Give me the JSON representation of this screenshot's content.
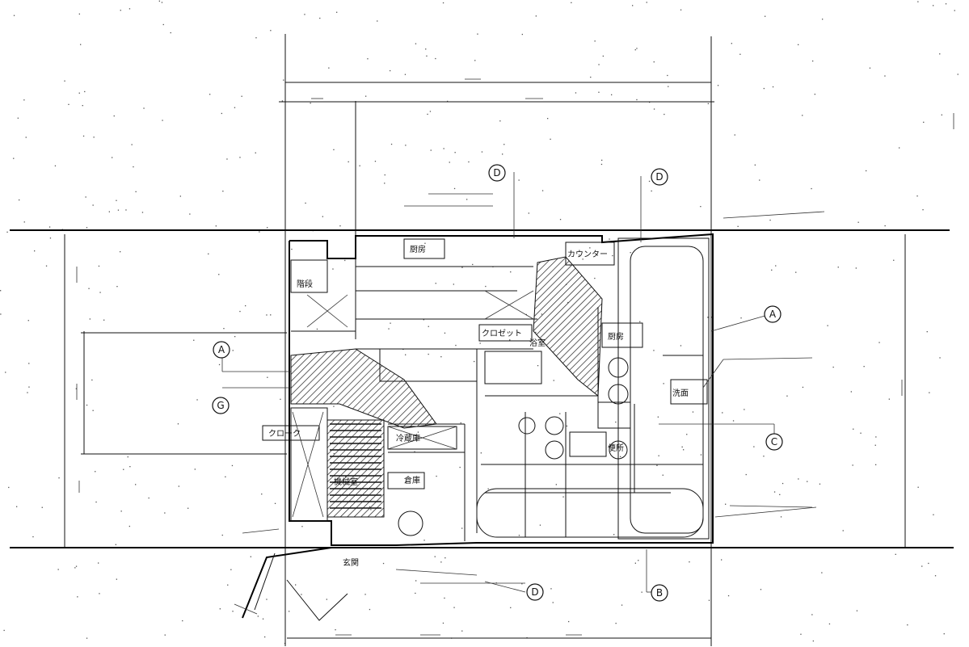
{
  "drawing": {
    "section_marks": [
      "D",
      "D",
      "A",
      "A",
      "G",
      "C",
      "D",
      "B"
    ],
    "room_labels": [
      "厨房",
      "階段",
      "クローク",
      "冷蔵庫",
      "カウンター",
      "厨房",
      "クロゼット",
      "浴室",
      "洗面",
      "便所",
      "玄関",
      "倉庫",
      "機械室"
    ]
  }
}
